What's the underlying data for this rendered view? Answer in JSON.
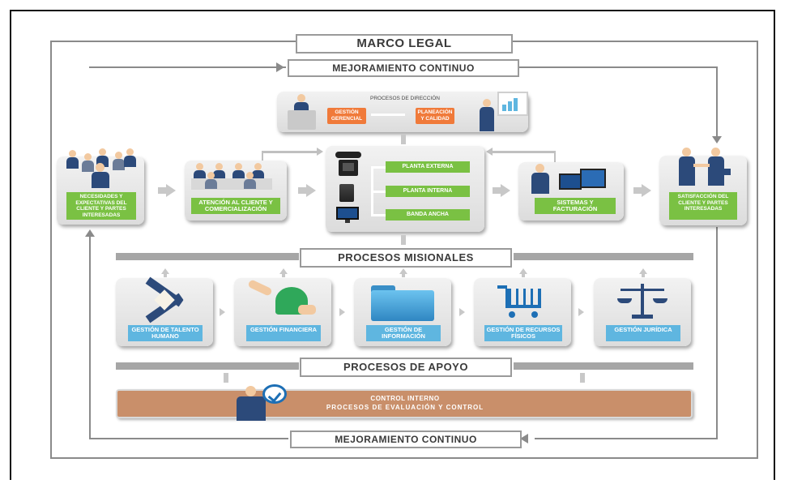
{
  "marco_legal": "MARCO LEGAL",
  "mejoramiento_top": "MEJORAMIENTO CONTINUO",
  "mejoramiento_bottom": "MEJORAMIENTO CONTINUO",
  "direccion": {
    "title": "PROCESOS DE DIRECCIÓN",
    "gestion": "GESTIÓN GERENCIAL",
    "planeacion": "PLANEACIÓN Y CALIDAD"
  },
  "flow": {
    "necesidades": "NECESIDADES Y EXPECTATIVAS DEL CLIENTE Y PARTES INTERESADAS",
    "atencion": "ATENCIÓN AL CLIENTE Y COMERCIALIZACIÓN",
    "planta_externa": "PLANTA EXTERNA",
    "planta_interna": "PLANTA INTERNA",
    "banda_ancha": "BANDA ANCHA",
    "sistemas": "SISTEMAS Y FACTURACIÓN",
    "satisfaccion": "SATISFACCIÓN DEL CLIENTE Y PARTES INTERESADAS"
  },
  "misionales": "PROCESOS MISIONALES",
  "apoyo_items": [
    {
      "label": "GESTIÓN DE TALENTO HUMANO"
    },
    {
      "label": "GESTIÓN FINANCIERA"
    },
    {
      "label": "GESTIÓN DE INFORMACIÓN"
    },
    {
      "label": "GESTIÓN DE RECURSOS FÍSICOS"
    },
    {
      "label": "GESTIÓN JURÍDICA"
    }
  ],
  "apoyo": "PROCESOS DE APOYO",
  "control": {
    "line1": "CONTROL INTERNO",
    "line2": "PROCESOS DE EVALUACIÓN Y CONTROL"
  },
  "colors": {
    "green": "#7ac143",
    "blue": "#5fb6e0",
    "orange": "#f07a3a",
    "control_brown": "#c98f6a",
    "banner_gray": "#a6a6a6"
  }
}
